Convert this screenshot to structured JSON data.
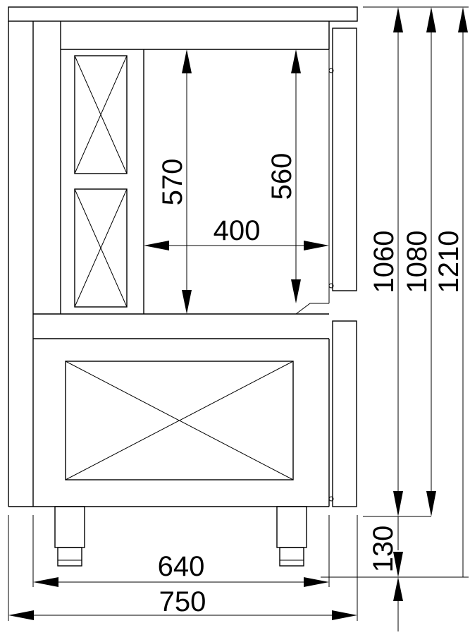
{
  "dimensions": {
    "interior_height": "570",
    "shelf_height": "560",
    "interior_width": "400",
    "cabinet_height": "1060",
    "body_height": "1080",
    "total_height": "1210",
    "leg_height": "130",
    "leg_span": "640",
    "total_width": "750"
  }
}
